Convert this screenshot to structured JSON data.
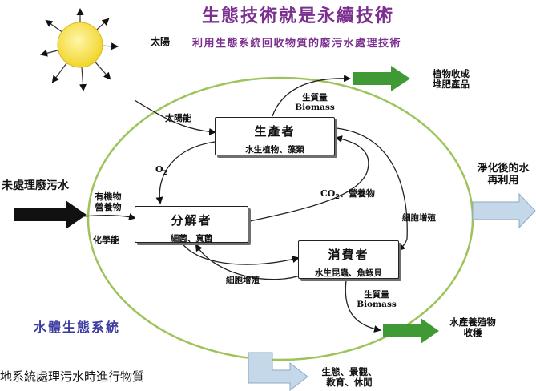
{
  "title": "生態技術就是永續技術",
  "subtitle": "利用生態系統回收物質的廢污水處理技術",
  "sun_label": "太陽",
  "solar_energy": "太陽能",
  "producer": {
    "title": "生產者",
    "subtitle": "水生植物、藻類"
  },
  "decomposer": {
    "title": "分解者",
    "subtitle": "細菌、真菌"
  },
  "consumer": {
    "title": "消費者",
    "subtitle": "水生昆蟲、魚蝦貝"
  },
  "biomass_top": {
    "line1": "生質量",
    "line2": "Biomass"
  },
  "biomass_bottom": {
    "line1": "生質量",
    "line2": "Biomass"
  },
  "o2": "O",
  "o2_sub": "2",
  "co2": "CO",
  "co2_sub": "2",
  "co2_rest": "、營養物",
  "organic": {
    "line1": "有機物",
    "line2": "營養物"
  },
  "chemical_energy": "化學能",
  "cell_growth_right": "細胞增殖",
  "cell_growth_bottom": "細胞增殖",
  "untreated_wastewater": "未處理廢污水",
  "purified_water": {
    "line1": "淨化後的水",
    "line2": "再利用"
  },
  "plant_harvest": {
    "line1": "植物收成",
    "line2": "堆肥產品"
  },
  "aquaculture": {
    "line1": "水產養殖物",
    "line2": "收穫"
  },
  "ecology": {
    "line1": "生態、景觀、",
    "line2": "教育、休閒"
  },
  "ecosystem_label": "水體生態系統",
  "bottom_text": "地系統處理污水時進行物質",
  "colors": {
    "title": "#7b2f8f",
    "ecosystem_label": "#3a3aa0",
    "ring": "#9cc45a",
    "green_arrow": "#3f9a35",
    "blue_arrow": "#c5d8ea",
    "black_arrow": "#111111",
    "sun": "#f3dc2f"
  }
}
